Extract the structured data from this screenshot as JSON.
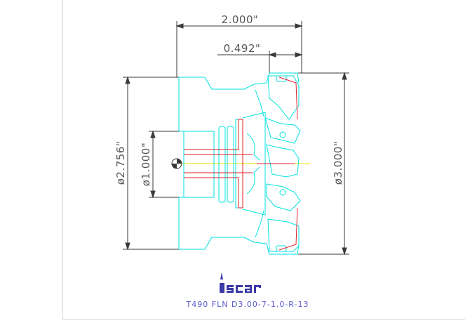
{
  "drawing": {
    "dimensions": {
      "overall_length": "2.000\"",
      "insert_width": "0.492\"",
      "body_diameter": "ø2.756\"",
      "bore_diameter": "ø1.000\"",
      "cutting_diameter": "ø3.000\""
    },
    "logo_text": "iscar",
    "designation": "T490 FLN D3.00-7-1.0-R-13"
  },
  "colors": {
    "outline": "#00e0e0",
    "hidden": "#e0202a",
    "dimension": "#3a3a3a",
    "centerline": "#e8e000",
    "logo": "#3a3aa8",
    "caption": "#5a5ad0"
  }
}
